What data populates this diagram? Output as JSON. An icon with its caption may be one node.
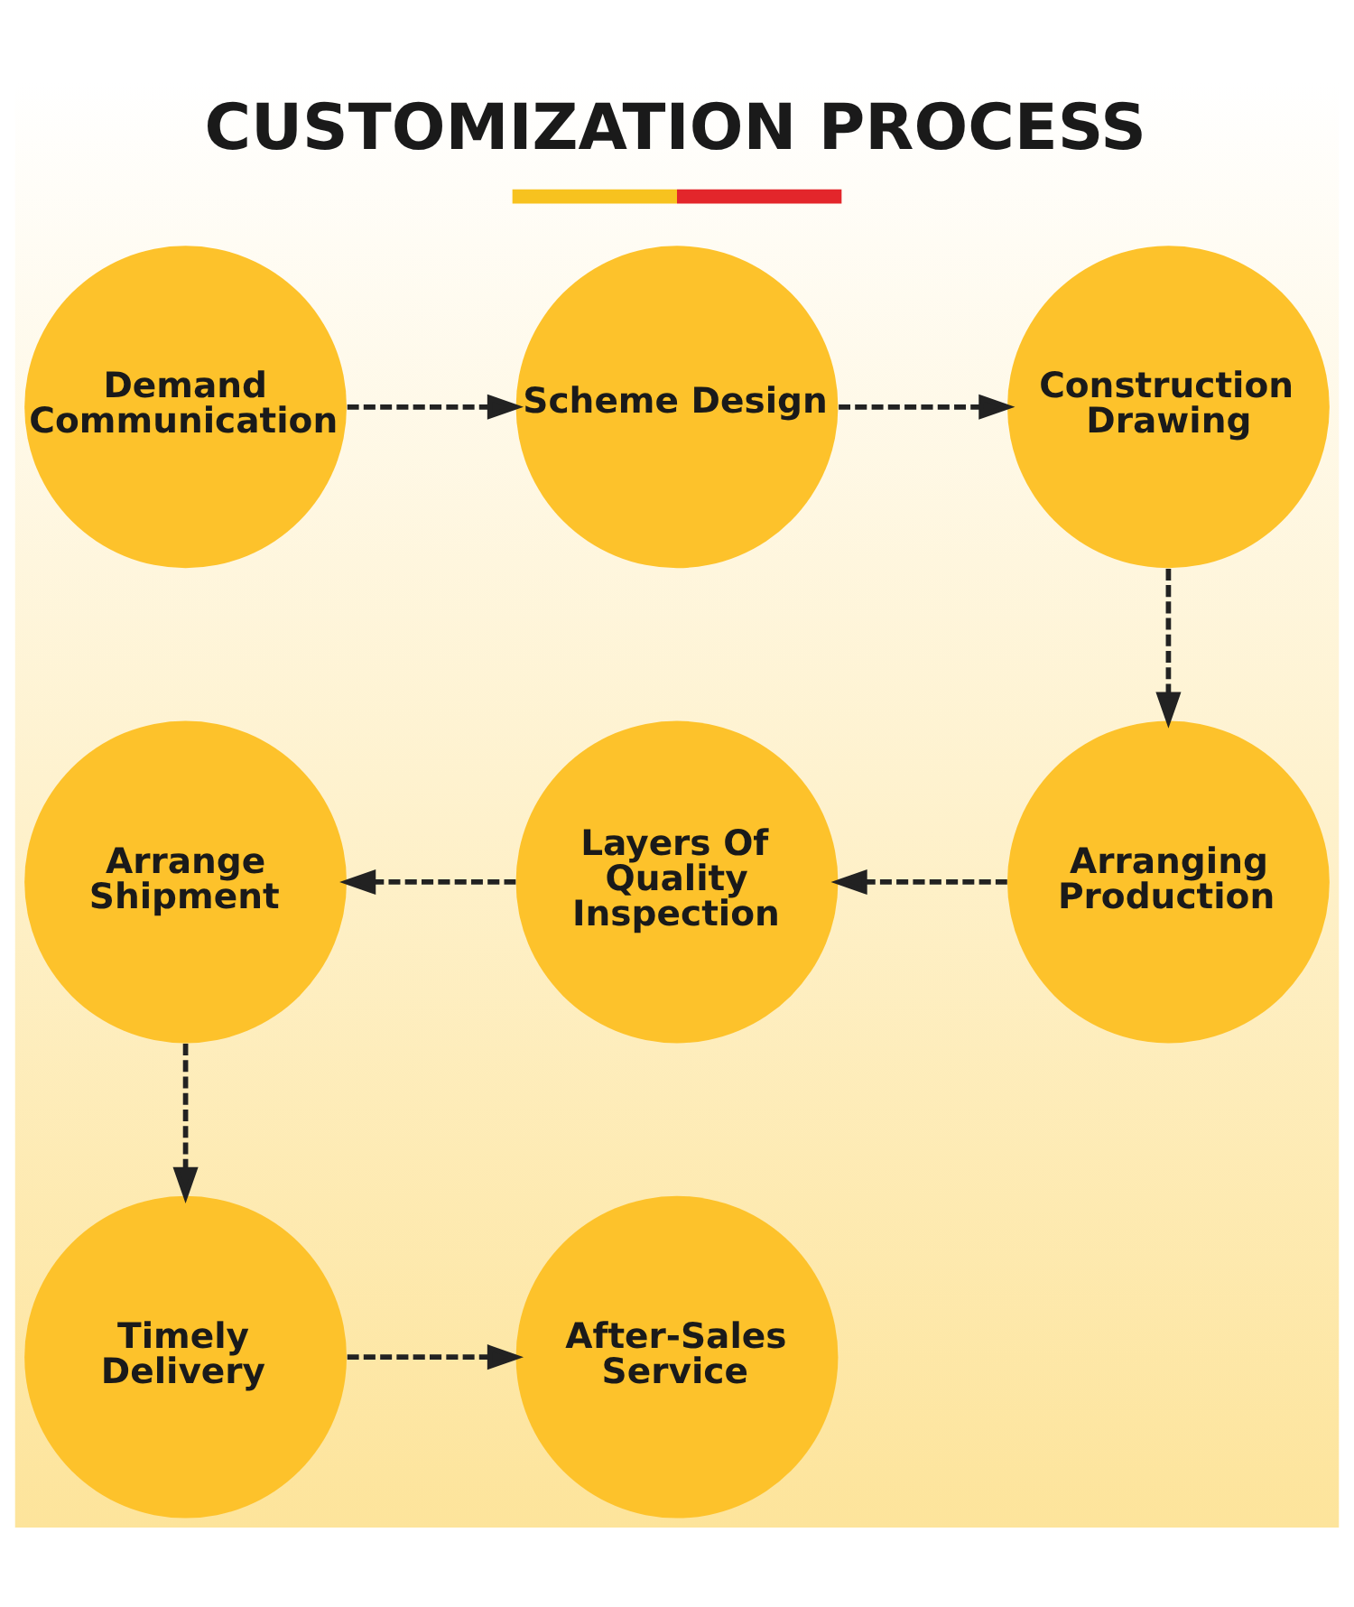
{
  "diagram": {
    "title": "CUSTOMIZATION PROCESS",
    "nodes": [
      {
        "text": [
          "Demand Communication"
        ]
      },
      {
        "text": [
          "Scheme Design"
        ]
      },
      {
        "text": [
          "Construction Drawing"
        ]
      },
      {
        "text": [
          "Arrange Shipment"
        ]
      },
      {
        "text": [
          "Layers Of Quality Inspection"
        ]
      },
      {
        "text": [
          "Arranging Production"
        ]
      },
      {
        "text": [
          "Timely Delivery"
        ]
      },
      {
        "text": [
          "After-Sales Service"
        ]
      }
    ],
    "edges": [
      {
        "from": 0,
        "to": 1,
        "arrow": "to",
        "style": "dashed"
      },
      {
        "from": 1,
        "to": 2,
        "arrow": "to",
        "style": "dashed"
      },
      {
        "from": 2,
        "to": 5,
        "arrow": "to",
        "style": "dashed"
      },
      {
        "from": 5,
        "to": 4,
        "arrow": "to",
        "style": "dashed"
      },
      {
        "from": 4,
        "to": 3,
        "arrow": "to",
        "style": "dashed"
      },
      {
        "from": 3,
        "to": 6,
        "arrow": "to",
        "style": "dashed"
      },
      {
        "from": 6,
        "to": 7,
        "arrow": "to",
        "style": "dashed"
      }
    ]
  }
}
